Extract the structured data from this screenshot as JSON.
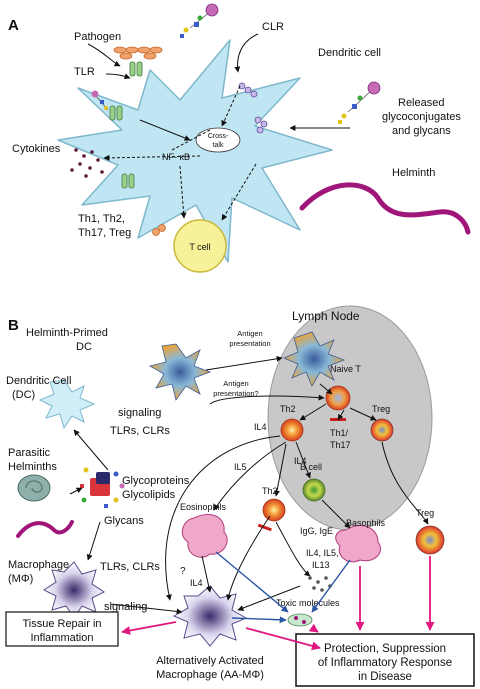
{
  "panel_a": {
    "label": "A",
    "pathogen": "Pathogen",
    "clr": "CLR",
    "tlr": "TLR",
    "dendritic_cell": "Dendritic cell",
    "released_1": "Released",
    "released_2": "glycoconjugates",
    "released_3": "and glycans",
    "cytokines": "Cytokines",
    "crosstalk_1": "Cross-",
    "crosstalk_2": "talk",
    "nfkb": "NF- κB",
    "helminth": "Helminth",
    "th_1": "Th1, Th2,",
    "th_2": "Th17,  Treg",
    "tcell": "T cell"
  },
  "panel_b": {
    "label": "B",
    "lymph_node": "Lymph Node",
    "helminth_primed_1": "Helminth-Primed",
    "helminth_primed_2": "DC",
    "antigen_pres_1": "Antigen",
    "antigen_pres_2": "presentation",
    "antigen_pres_q_1": "Antigen",
    "antigen_pres_q_2": "presentation?",
    "naive_t": "Naive T",
    "dendritic_1": "Dendritic Cell",
    "dendritic_2": "(DC)",
    "signaling_top": "signaling",
    "tlrs_clrs_top": "TLRs, CLRs",
    "th2_ln": "Th2",
    "th1_th17_1": "Th1/",
    "th1_th17_2": "Th17",
    "treg_ln": "Treg",
    "il4_a": "IL4",
    "il5": "IL5",
    "il4_b": "IL4",
    "bcell": "B cell",
    "parasitic_1": "Parasitic",
    "parasitic_2": "Helminths",
    "glycoproteins": "Glycoproteins",
    "glycolipids": "Glycolipids",
    "glycans": "Glycans",
    "eosinophils": "Eosinophils",
    "th2_out": "Th2",
    "igg_ige": "IgG, IgE",
    "basophils": "Basophils",
    "treg_out": "Treg",
    "macrophage_1": "Macrophage",
    "macrophage_2": "(MΦ)",
    "tlrs_clrs_bottom": "TLRs, CLRs",
    "signaling_bottom": "signaling",
    "q": "?",
    "il4_c": "IL4",
    "il_group_1": "IL4, IL5,",
    "il_group_2": "IL13",
    "toxic": "Toxic molecules",
    "tissue_1": "Tissue Repair  in",
    "tissue_2": "Inflammation",
    "aam_1": "Alternatively Activated",
    "aam_2": "Macrophage (AA-MΦ)",
    "protection_1": "Protection, Suppression",
    "protection_2": "of Inflammatory Response",
    "protection_3": "in Disease"
  },
  "colors": {
    "dc_fill": "#bfe6f2",
    "tcell_fill": "#f7f29a",
    "lymph_fill": "#c8c8c8",
    "helminth": "#a0157a",
    "magenta_arrow": "#e0177f",
    "blue_arrow": "#2a55a4",
    "red_bar": "#c81e1e"
  }
}
